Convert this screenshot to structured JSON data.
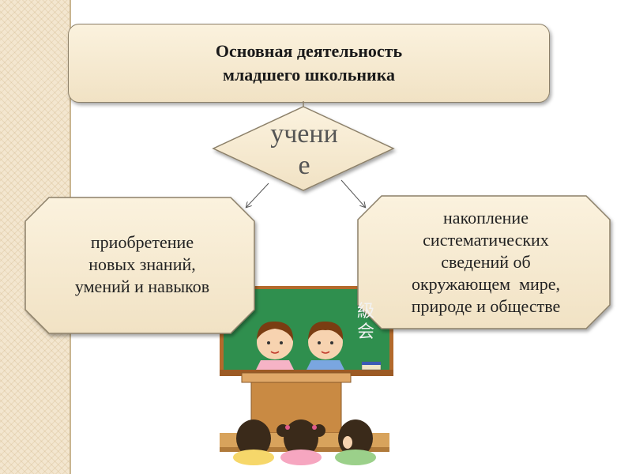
{
  "title": {
    "line1": "Основная деятельность",
    "line2": "младшего школьника"
  },
  "center_node": {
    "line1": "учени",
    "line2": "е"
  },
  "left_node": {
    "lines": [
      "приобретение",
      "новых знаний,",
      "умений и навыков"
    ]
  },
  "right_node": {
    "lines": [
      "накопление",
      "систематических",
      "сведений об",
      "окружающем  мире,",
      "природе и обществе"
    ]
  },
  "board_text": {
    "line1": "級",
    "line2": "会"
  },
  "colors": {
    "node_fill_light": "#fbf2de",
    "node_fill_dark": "#f1e2c4",
    "node_border": "#8c8069",
    "board_green": "#2f8f4e",
    "desk_brown": "#c98a43"
  }
}
